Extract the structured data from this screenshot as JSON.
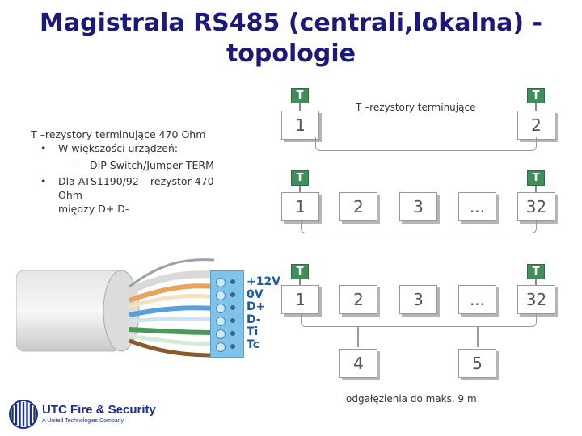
{
  "title_line1": "Magistrala RS485 (centrali,lokalna) -",
  "title_line2": "topologie",
  "diagram_top_note": "T –rezystory terminujące",
  "left_text": {
    "heading": "T –rezystory terminujące 470 Ohm",
    "bullet1": "W większości urządzeń:",
    "sub1": "DIP Switch/Jumper TERM",
    "bullet2a": "Dla ATS1190/92 – rezystor 470 Ohm",
    "bullet2b": "między D+ D-",
    "bullet_char": "•",
    "dash_char": "–"
  },
  "terminator_label": "T",
  "row1": [
    "1",
    "2"
  ],
  "row2": [
    "1",
    "2",
    "3",
    "...",
    "32"
  ],
  "row3": [
    "1",
    "2",
    "3",
    "...",
    "32"
  ],
  "branch": [
    "4",
    "5"
  ],
  "bottom_note": "odgałęzienia do maks. 9 m",
  "terminal_labels": [
    "+12V",
    "0V",
    "D+",
    "D-",
    "Ti",
    "Tc"
  ],
  "logo": {
    "name": "UTC Fire & Security",
    "tagline": "A United Technologies Company",
    "color": "#1a2f8f"
  },
  "colors": {
    "title": "#1a1a7a",
    "terminator": "#3f8f5a",
    "terminal_block": "#7fc3ea",
    "terminal_labels": "#1a5aa8"
  },
  "icons": [
    "cable-image",
    "terminal-block",
    "utc-logo-icon"
  ]
}
